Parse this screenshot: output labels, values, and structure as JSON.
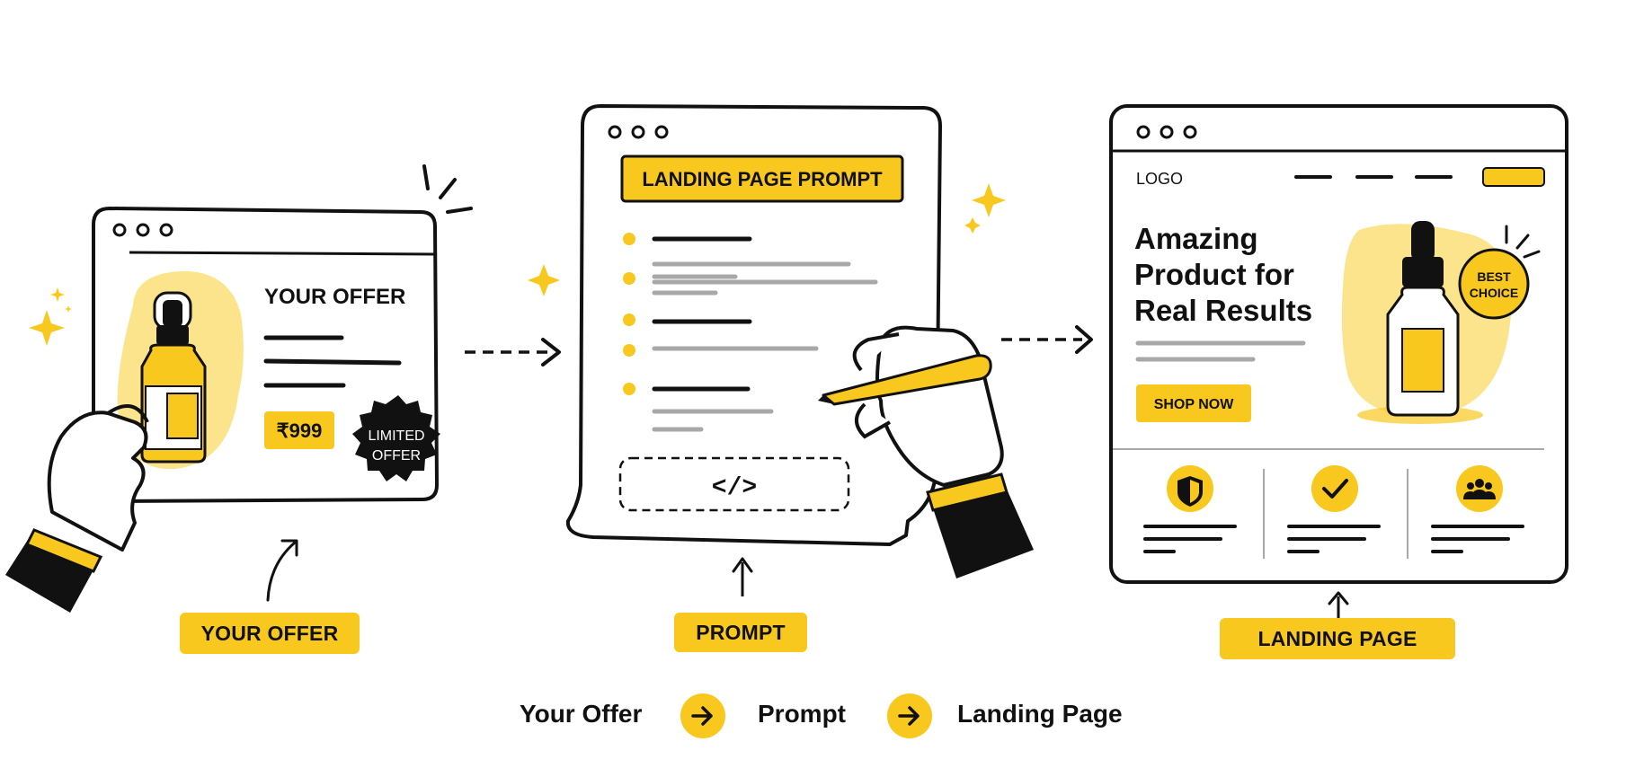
{
  "colors": {
    "accent": "#f8c81e",
    "accent_light": "#fbe48c",
    "ink": "#111111",
    "muted_line": "#a8a8a8"
  },
  "offer_card": {
    "title": "YOUR OFFER",
    "price": "₹999",
    "badge_line1": "LIMITED",
    "badge_line2": "OFFER",
    "product_icon": "serum-bottle-icon",
    "hand_icon": "hand-holding-icon"
  },
  "prompt_card": {
    "title": "LANDING PAGE PROMPT",
    "code_symbol": "</>",
    "hand_icon": "hand-writing-pen-icon"
  },
  "landing_card": {
    "logo": "LOGO",
    "headline_line1": "Amazing",
    "headline_line2": "Product for",
    "headline_line3": "Real Results",
    "cta": "SHOP NOW",
    "badge_line1": "BEST",
    "badge_line2": "CHOICE",
    "features": [
      {
        "icon": "shield-icon"
      },
      {
        "icon": "checkmark-icon"
      },
      {
        "icon": "users-icon"
      }
    ]
  },
  "labels": {
    "offer": "YOUR OFFER",
    "prompt": "PROMPT",
    "landing": "LANDING PAGE"
  },
  "flow": {
    "step1": "Your Offer",
    "step2": "Prompt",
    "step3": "Landing Page"
  }
}
